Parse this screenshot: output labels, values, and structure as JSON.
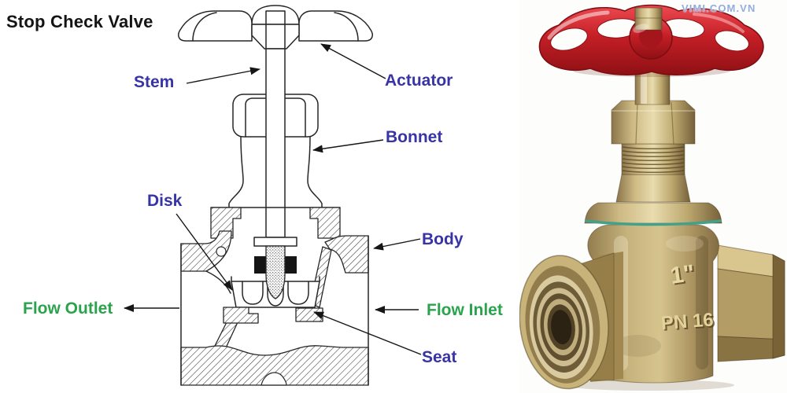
{
  "title": "Stop Check Valve",
  "diagram": {
    "labels": {
      "stem": "Stem",
      "actuator": "Actuator",
      "bonnet": "Bonnet",
      "disk": "Disk",
      "body": "Body",
      "flow_outlet": "Flow Outlet",
      "flow_inlet": "Flow Inlet",
      "seat": "Seat"
    },
    "colors": {
      "part_label_blue": "#3834A5",
      "flow_label_green": "#2BA34D",
      "title_black": "#141414",
      "line_art": "#262626"
    }
  },
  "photo": {
    "watermark": "VIMI.COM.VN",
    "cast_markings": {
      "size": "1\"",
      "pressure_rating": "PN 16"
    },
    "colors": {
      "handwheel_red": "#C41F26",
      "brass": "#C6B27C",
      "gasket_green": "#43A089",
      "watermark_blue": "#94ACDE"
    }
  }
}
